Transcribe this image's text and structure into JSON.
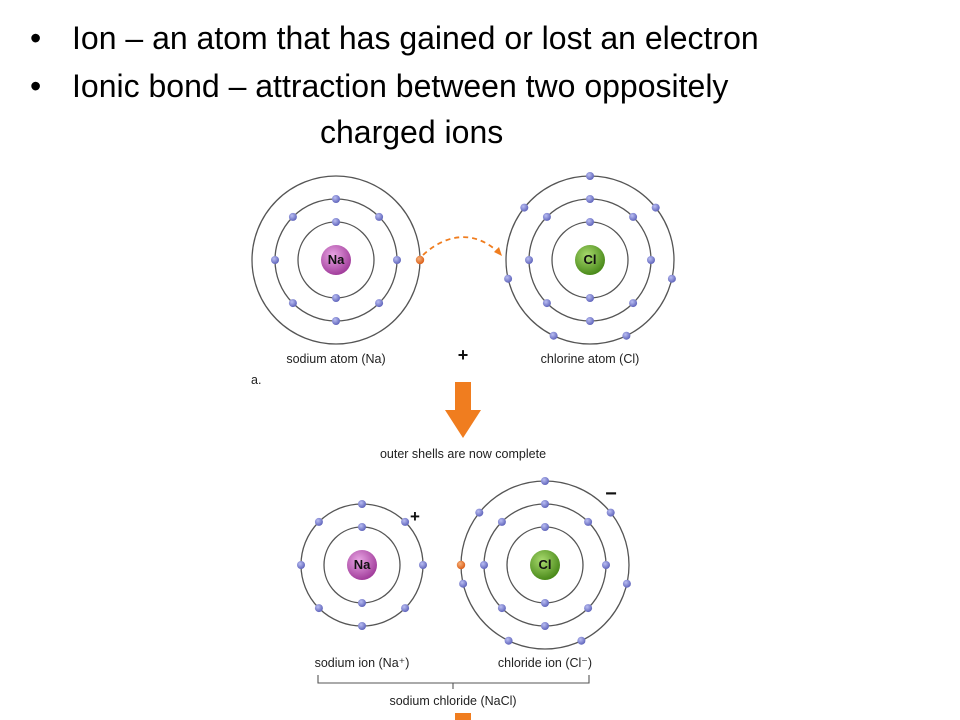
{
  "bullets": [
    {
      "bullet": "•",
      "text": "Ion – an atom that has gained or lost an electron"
    },
    {
      "bullet": "•",
      "text": "Ionic bond – attraction between two oppositely",
      "continuation": "charged ions"
    }
  ],
  "diagram": {
    "panel_label": "a.",
    "plus_sign": "+",
    "transition_caption": "outer shells are now complete",
    "bracket_caption": "sodium chloride (NaCl)",
    "atoms": {
      "na_atom": {
        "symbol": "Na",
        "caption": "sodium atom (Na)"
      },
      "cl_atom": {
        "symbol": "Cl",
        "caption": "chlorine atom (Cl)"
      },
      "na_ion": {
        "symbol": "Na",
        "caption": "sodium ion (Na⁺)",
        "charge": "+"
      },
      "cl_ion": {
        "symbol": "Cl",
        "caption": "chloride ion (Cl⁻)",
        "charge": "−"
      }
    },
    "colors": {
      "electron": "#6f74c9",
      "transferred_electron": "#e4691f",
      "arrow": "#f07d1f",
      "sodium_nucleus": "#b64cb0",
      "chlorine_nucleus": "#5b9e22",
      "shell": "#555555"
    }
  }
}
